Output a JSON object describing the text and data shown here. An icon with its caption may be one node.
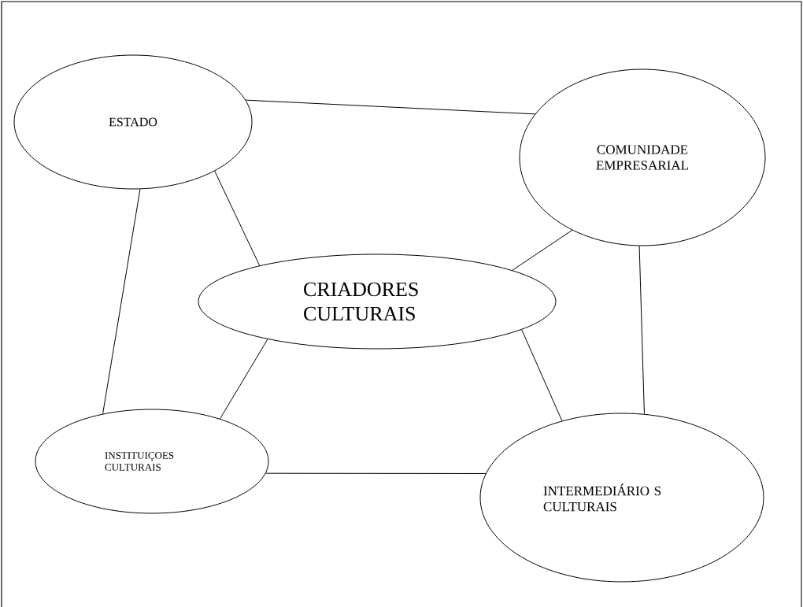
{
  "diagram": {
    "nodes": [
      {
        "text": [
          "ESTADO"
        ]
      },
      {
        "text": [
          "COMUNIDADE EMPRESARIAL"
        ]
      },
      {
        "text": [
          "CRIADORES CULTURAIS"
        ]
      },
      {
        "text": [
          "INSTITUIÇOES CULTURAIS"
        ]
      },
      {
        "text": [
          "INTERMEDIÁRIO S CULTURAIS"
        ]
      }
    ],
    "edges": [
      {
        "from": 0,
        "to": 1,
        "arrow": "none"
      },
      {
        "from": 0,
        "to": 2,
        "arrow": "none"
      },
      {
        "from": 0,
        "to": 3,
        "arrow": "none"
      },
      {
        "from": 1,
        "to": 2,
        "arrow": "none"
      },
      {
        "from": 1,
        "to": 4,
        "arrow": "none"
      },
      {
        "from": 2,
        "to": 3,
        "arrow": "none"
      },
      {
        "from": 2,
        "to": 4,
        "arrow": "none"
      },
      {
        "from": 3,
        "to": 4,
        "arrow": "none"
      }
    ]
  }
}
